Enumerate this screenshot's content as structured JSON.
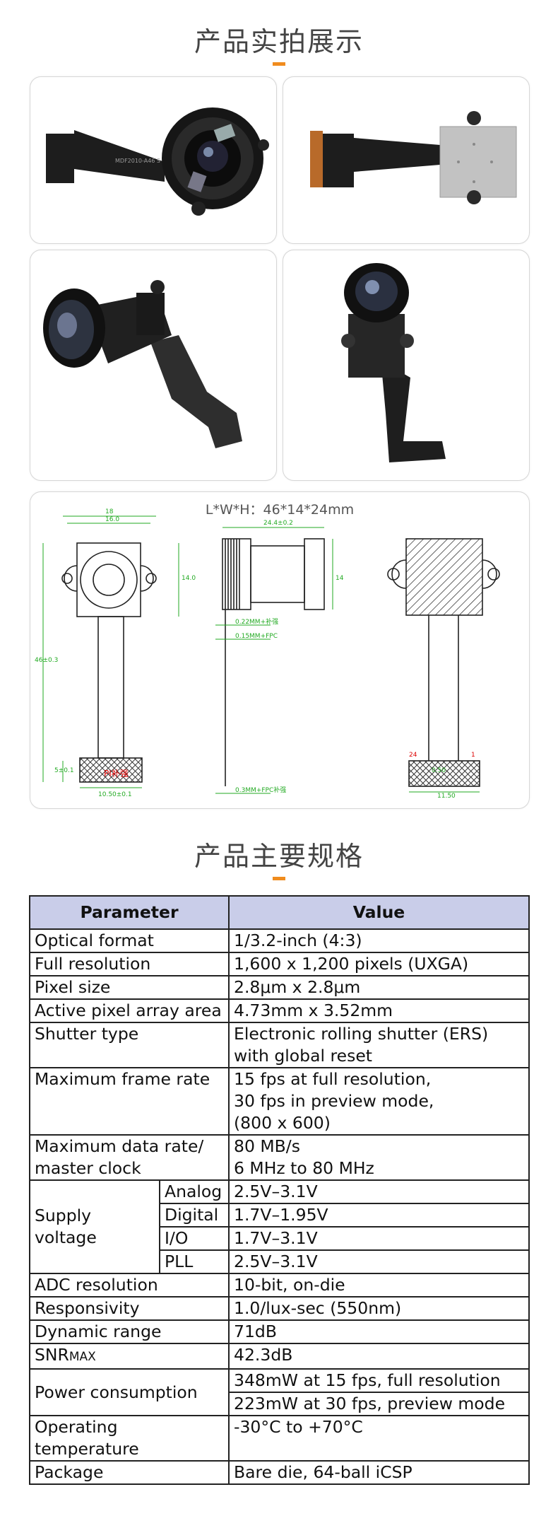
{
  "section1": {
    "title": "产品实拍展示"
  },
  "section2": {
    "title": "产品主要规格"
  },
  "drawing": {
    "dimension_label": "L*W*H：46*14*24mm",
    "annotations": [
      "18",
      "16.0",
      "14.0",
      "46±0.3",
      "5±0.1",
      "10.50±0.1",
      "PI补强",
      "24.4±0.2",
      "14",
      "0.22MM+补强",
      "0.15MM+FPC",
      "0.3MM+FPC补强",
      "0.50",
      "11.50",
      "24",
      "1"
    ]
  },
  "spec_table": {
    "headers": {
      "parameter": "Parameter",
      "value": "Value"
    },
    "rows": {
      "optical_format": {
        "label": "Optical format",
        "value": "1/3.2-inch (4:3)"
      },
      "full_resolution": {
        "label": "Full resolution",
        "value": "1,600 x 1,200 pixels (UXGA)"
      },
      "pixel_size": {
        "label": "Pixel size",
        "value": "2.8μm x 2.8μm"
      },
      "active_area": {
        "label": "Active pixel array area",
        "value": "4.73mm x 3.52mm"
      },
      "shutter": {
        "label": "Shutter type",
        "value_line1": "Electronic rolling shutter (ERS)",
        "value_line2": "with global reset"
      },
      "frame_rate": {
        "label": "Maximum frame rate",
        "value_line1": "15 fps at full resolution,",
        "value_line2": "30 fps in preview mode,",
        "value_line3": "(800 x 600)"
      },
      "data_rate": {
        "label_line1": "Maximum data rate/",
        "label_line2": "master clock",
        "value_line1": "80 MB/s",
        "value_line2": "6 MHz to 80 MHz"
      },
      "supply": {
        "label": "Supply voltage",
        "analog": {
          "label": "Analog",
          "value": "2.5V–3.1V"
        },
        "digital": {
          "label": "Digital",
          "value": "1.7V–1.95V"
        },
        "io": {
          "label": "I/O",
          "value": "1.7V–3.1V"
        },
        "pll": {
          "label": "PLL",
          "value": "2.5V–3.1V"
        }
      },
      "adc": {
        "label": "ADC resolution",
        "value": "10-bit, on-die"
      },
      "responsivity": {
        "label": "Responsivity",
        "value": "1.0/lux-sec (550nm)"
      },
      "dynamic_range": {
        "label": "Dynamic range",
        "value": "71dB"
      },
      "snr": {
        "label_main": "SNR",
        "label_sub": "MAX",
        "value": "42.3dB"
      },
      "power": {
        "label": "Power consumption",
        "value_line1": "348mW at 15 fps, full resolution",
        "value_line2": "223mW at 30 fps, preview mode"
      },
      "temperature": {
        "label": "Operating temperature",
        "value": "-30°C to +70°C"
      },
      "package": {
        "label": "Package",
        "value": "Bare die, 64-ball iCSP"
      }
    }
  },
  "photos": {
    "photo1": {
      "label": "MDF2010-A46 S"
    }
  }
}
